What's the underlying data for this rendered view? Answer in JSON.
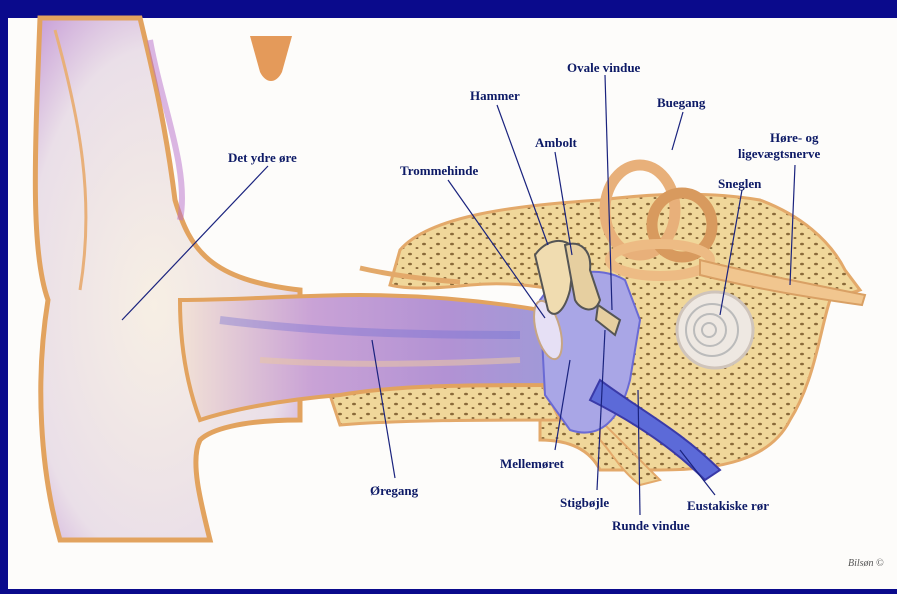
{
  "diagram": {
    "labels": {
      "ydre_ore": "Det ydre øre",
      "trommehinde": "Trommehinde",
      "hammer": "Hammer",
      "ambolt": "Ambolt",
      "ovale_vindue": "Ovale vindue",
      "buegang": "Buegang",
      "hore_line1": "Høre- og",
      "hore_line2": "ligevægtsnerve",
      "sneglen": "Sneglen",
      "oregang": "Øregang",
      "mellemoret": "Mellemøret",
      "stigbojle": "Stigbøjle",
      "runde_vindue": "Runde vindue",
      "eustakiske_ror": "Eustakiske rør"
    },
    "signature": "Bilsøn ©"
  }
}
